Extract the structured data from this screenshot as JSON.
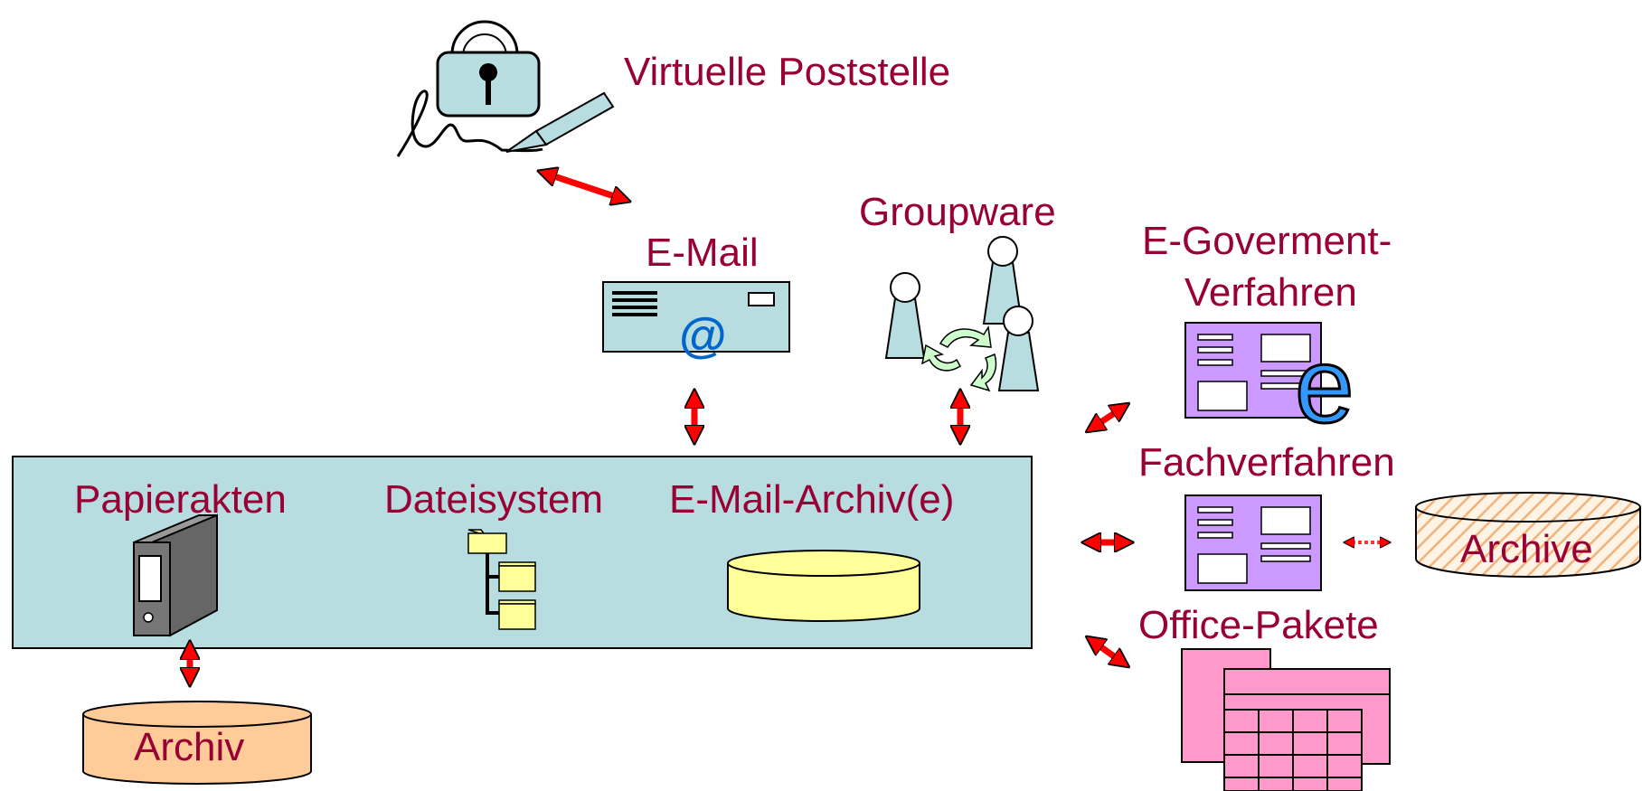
{
  "labels": {
    "virtuelle_poststelle": "Virtuelle Poststelle",
    "email": "E-Mail",
    "groupware": "Groupware",
    "egov_line1": "E-Goverment-",
    "egov_line2": "Verfahren",
    "papierakten": "Papierakten",
    "dateisystem": "Dateisystem",
    "email_archiv": "E-Mail-Archiv(e)",
    "fachverfahren": "Fachverfahren",
    "archive": "Archive",
    "office_pakete": "Office-Pakete",
    "archiv": "Archiv"
  },
  "glyphs": {
    "at": "@",
    "e": "e"
  },
  "colors": {
    "label": "#990033",
    "panel": "#b8dde0",
    "arrow": "#ff0000",
    "lilac": "#cc99ff",
    "pink": "#ff99cc",
    "yellow_cylinder": "#ffff99",
    "orange_cylinder": "#ffcc99",
    "at_blue": "#0066cc"
  }
}
